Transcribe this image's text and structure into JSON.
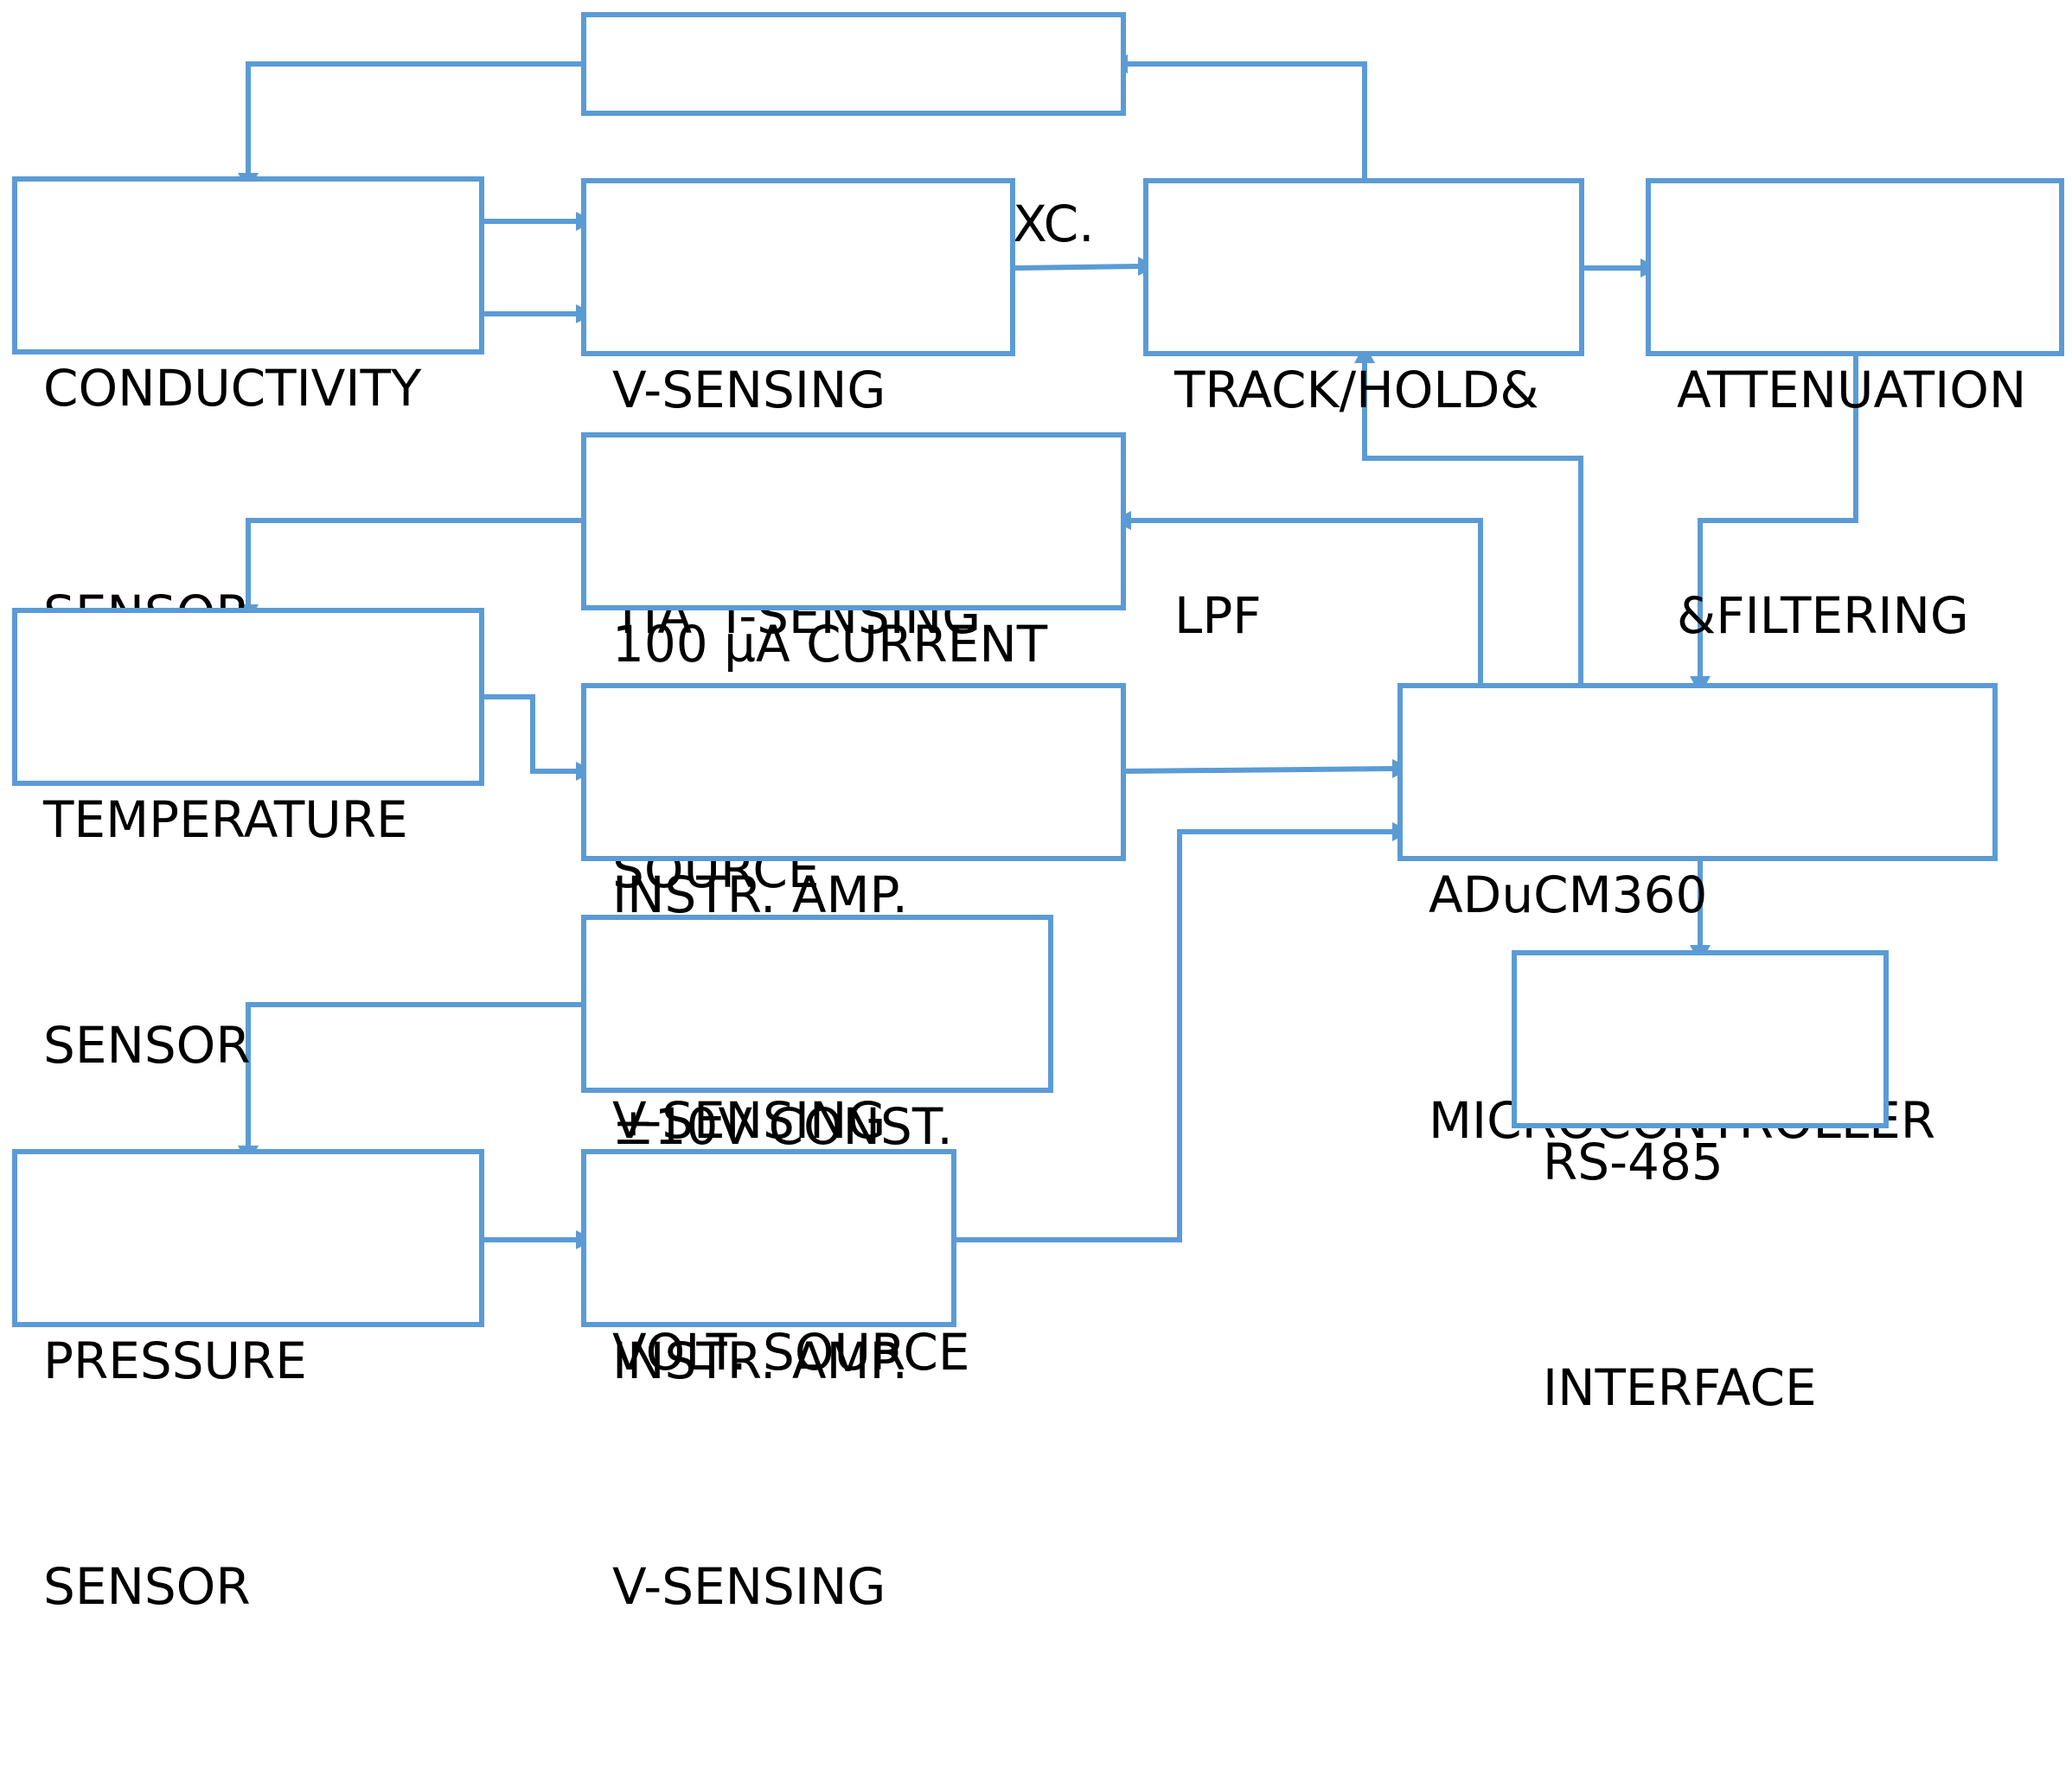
{
  "colors": {
    "line": "#5b9bd5",
    "text": "#000000",
    "background": "#ffffff"
  },
  "blocks": {
    "squarewave": {
      "lines": [
        "SQUAREWAVE EXC."
      ]
    },
    "conductivity": {
      "lines": [
        "CONDUCTIVITY",
        "SENSOR"
      ]
    },
    "tia": {
      "lines": [
        "V-SENSING",
        "TIA  I-SENSING"
      ]
    },
    "trackhold": {
      "lines": [
        "TRACK/HOLD&",
        "LPF"
      ]
    },
    "attenuation": {
      "lines": [
        "ATTENUATION",
        "&FILTERING"
      ]
    },
    "current_source": {
      "lines": [
        "100 µA CURRENT",
        "SOURCE"
      ]
    },
    "temperature": {
      "lines": [
        "TEMPERATURE",
        "SENSOR"
      ]
    },
    "instr_amp_temp": {
      "lines": [
        "INSTR. AMP.",
        "V-SENSING"
      ]
    },
    "mcu": {
      "lines": [
        "ADuCM360",
        "MICROCONTROLLER"
      ]
    },
    "volt_source": {
      "lines": [
        "±10V CONST.",
        "VOLT. SOURCE"
      ]
    },
    "rs485": {
      "lines": [
        "RS-485",
        "INTERFACE"
      ]
    },
    "pressure": {
      "lines": [
        "PRESSURE",
        "SENSOR"
      ]
    },
    "instr_amp_press": {
      "lines": [
        "INSTR. AMP.",
        "V-SENSING"
      ]
    }
  }
}
